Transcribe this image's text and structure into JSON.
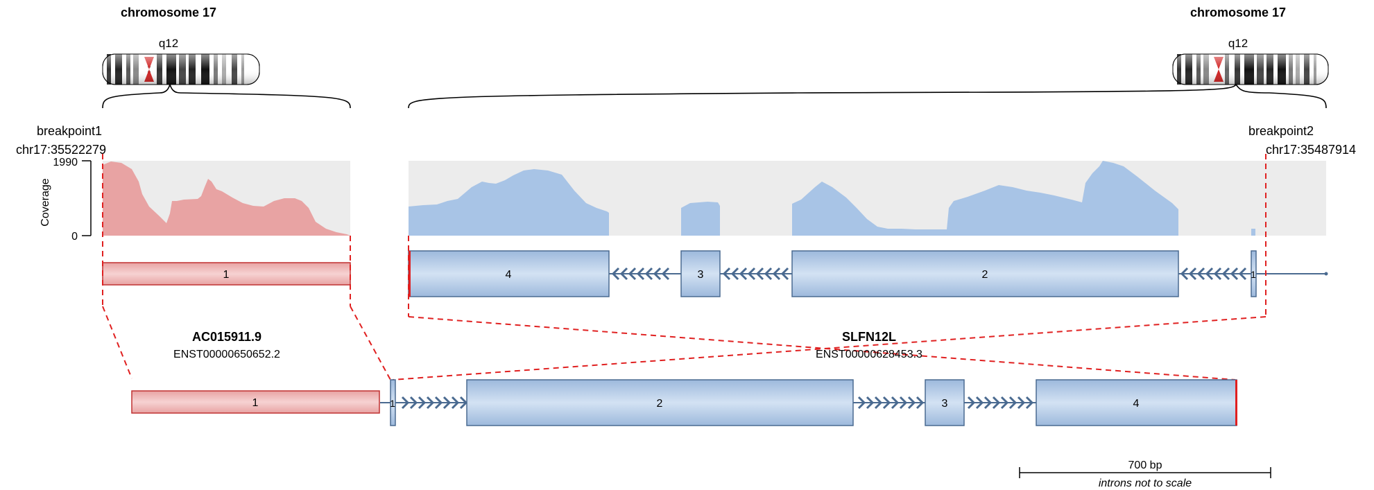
{
  "colors": {
    "partner1": "#e8a0a0",
    "partner1_stroke": "#c03030",
    "partner2": "#a8c4e6",
    "partner2_stroke": "#4a6a90",
    "coverage_bg": "#ececec",
    "breakpoint_line": "#e02020"
  },
  "left": {
    "chromosome_label": "chromosome 17",
    "band_label": "q12",
    "breakpoint_label": "breakpoint1",
    "breakpoint_coord": "chr17:35522279",
    "gene_name": "AC015911.9",
    "transcript_id": "ENST00000650652.2",
    "exons": [
      "1"
    ]
  },
  "right": {
    "chromosome_label": "chromosome 17",
    "band_label": "q12",
    "breakpoint_label": "breakpoint2",
    "breakpoint_coord": "chr17:35487914",
    "gene_name": "SLFN12L",
    "transcript_id": "ENST00000628453.3",
    "exons": [
      "4",
      "3",
      "2",
      "1"
    ]
  },
  "coverage": {
    "axis_label": "Coverage",
    "max_tick": "1990",
    "min_tick": "0"
  },
  "fusion": {
    "exons": [
      "1",
      "1",
      "2",
      "3",
      "4"
    ]
  },
  "scale": {
    "length_label": "700 bp",
    "note": "introns not to scale"
  }
}
